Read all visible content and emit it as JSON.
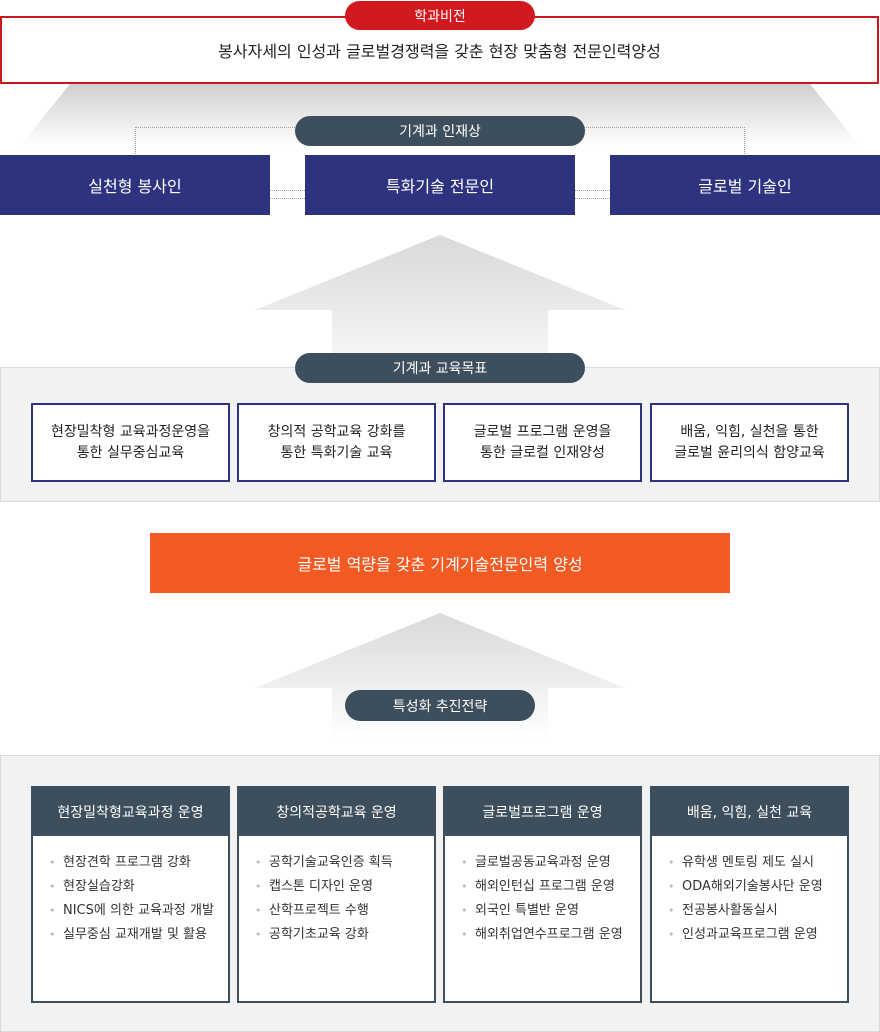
{
  "vision": {
    "badge": "학과비전",
    "statement": "봉사자세의 인성과 글로벌경쟁력을 갖춘 현장 맞춤형 전문인력양성"
  },
  "talent": {
    "title": "기계과 인재상",
    "items": [
      "실천형 봉사인",
      "특화기술 전문인",
      "글로벌 기술인"
    ]
  },
  "goals": {
    "title": "기계과 교육목표",
    "items": [
      "현장밀착형 교육과정운영을\n통한 실무중심교육",
      "창의적 공학교육 강화를\n통한 특화기술 교육",
      "글로벌 프로그램 운영을\n통한 글로컬 인재양성",
      "배움, 익힘, 실천을 통한\n글로벌 윤리의식 함양교육"
    ]
  },
  "goal_statement": "글로벌 역량을 갖춘 기계기술전문인력 양성",
  "strategy": {
    "title": "특성화 추진전략",
    "columns": [
      {
        "heading": "현장밀착형교육과정 운영",
        "items": [
          "현장견학 프로그램 강화",
          "현장실습강화",
          "NICS에 의한 교육과정 개발",
          "실무중심 교재개발 및 활용"
        ]
      },
      {
        "heading": "창의적공학교육 운영",
        "items": [
          "공학기술교육인증 획득",
          "캡스톤 디자인 운영",
          "산학프로젝트 수행",
          "공학기초교육 강화"
        ]
      },
      {
        "heading": "글로벌프로그램 운영",
        "items": [
          "글로벌공동교육과정 운영",
          "해외인턴십 프로그램 운영",
          "외국인 특별반 운영",
          "해외취업연수프로그램 운영"
        ]
      },
      {
        "heading": "배움, 익힘, 실천 교육",
        "items": [
          "유학생 멘토링 제도 실시",
          "ODA해외기술봉사단 운영",
          "전공봉사활동실시",
          "인성과교육프로그램 운영"
        ]
      }
    ]
  },
  "colors": {
    "vision_red": "#d2191f",
    "navy": "#2e3380",
    "slate": "#3d4f5c",
    "orange": "#f15a22",
    "panel_gray": "#f2f2f2"
  }
}
